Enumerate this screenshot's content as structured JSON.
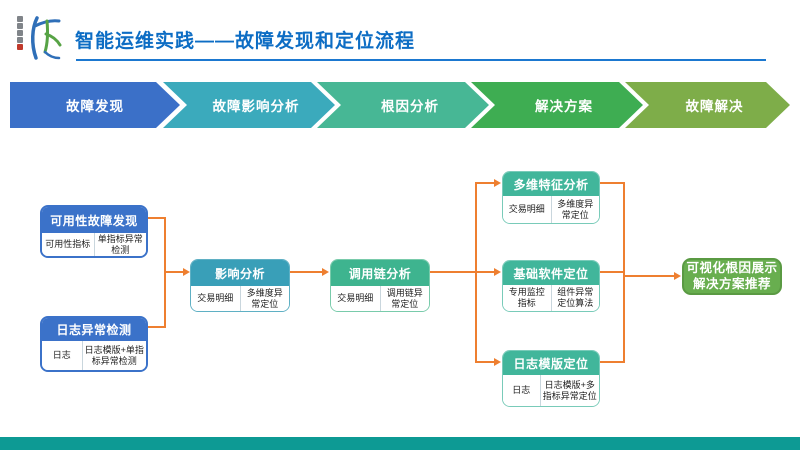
{
  "header": {
    "title": "智能运维实践——故障发现和定位流程"
  },
  "banner": {
    "stages": [
      {
        "label": "故障发现",
        "color": "#3b70c8"
      },
      {
        "label": "故障影响分析",
        "color": "#3baabc"
      },
      {
        "label": "根因分析",
        "color": "#47b795"
      },
      {
        "label": "解决方案",
        "color": "#3ead52"
      },
      {
        "label": "故障解决",
        "color": "#7ead49"
      }
    ]
  },
  "flow": {
    "availability": {
      "title": "可用性故障发现",
      "cells": [
        "可用性指标",
        "单指标异常检测"
      ]
    },
    "log_anomaly": {
      "title": "日志异常检测",
      "cells": [
        "日志",
        "日志模版+单指标异常检测"
      ]
    },
    "impact": {
      "title": "影响分析",
      "cells": [
        "交易明细",
        "多维度异常定位"
      ]
    },
    "call_chain": {
      "title": "调用链分析",
      "cells": [
        "交易明细",
        "调用链异常定位"
      ]
    },
    "multidim": {
      "title": "多维特征分析",
      "cells": [
        "交易明细",
        "多维度异常定位"
      ]
    },
    "base_software": {
      "title": "基础软件定位",
      "cells": [
        "专用监控指标",
        "组件异常定位算法"
      ]
    },
    "log_template": {
      "title": "日志模版定位",
      "cells": [
        "日志",
        "日志模版+多指标异常定位"
      ]
    },
    "result": {
      "line1": "可视化根因展示",
      "line2": "解决方案推荐"
    }
  },
  "colors": {
    "title_blue": "#0d6dc4",
    "connector_orange": "#ee7f30",
    "footer_teal": "#0d9a94",
    "box_blue": "#3b72c9",
    "box_teal": "#399fb8",
    "box_green": "#3eb48f",
    "box_tealgreen": "#41b69b",
    "result_green": "#68ae4f"
  }
}
